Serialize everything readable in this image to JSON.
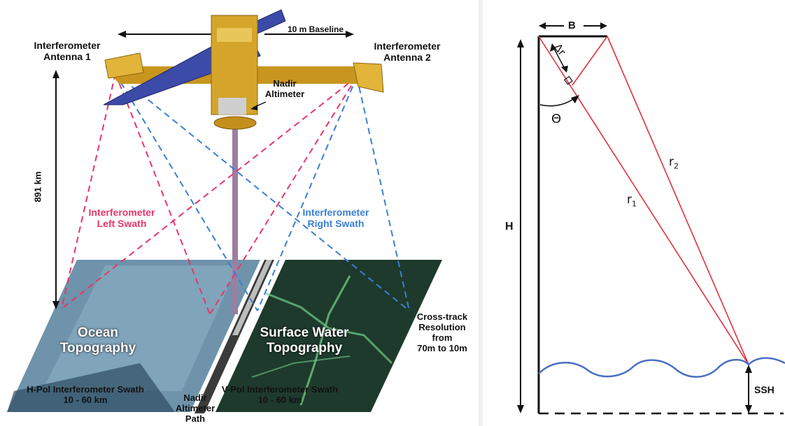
{
  "left": {
    "baseline_label": "10 m Baseline",
    "antenna1_label": "Interferometer\nAntenna 1",
    "antenna2_label": "Interferometer\nAntenna 2",
    "altitude_label": "891 km",
    "altimeter_label": "Nadir\nAltimeter",
    "left_swath_label": "Interferometer\nLeft Swath",
    "right_swath_label": "Interferometer\nRight Swath",
    "ocean_label": "Ocean\nTopography",
    "surface_water_label": "Surface Water\nTopography",
    "crosstrack_label": "Cross-track\nResolution\nfrom\n70m to 10m",
    "hpol_label": "H-Pol Interferometer Swath\n10 - 60 km",
    "vpol_label": "V-Pol Interferometer Swath\n10 - 60 km",
    "nadir_path_label": "Nadir\nAltimeter\nPath"
  },
  "right": {
    "baseline_symbol": "B",
    "delta_r_symbol": "Δr",
    "theta_symbol": "Θ",
    "r1_symbol": "r",
    "r1_sub": "1",
    "r2_symbol": "r",
    "r2_sub": "2",
    "height_symbol": "H",
    "ssh_label": "SSH"
  },
  "colors": {
    "left_swath": "#e8356b",
    "right_swath": "#3a7fd6",
    "geometry_lines": "#e0323e",
    "wave": "#4a6fc4",
    "ocean_image": "#6e93ab",
    "water_image": "#1e3a2c",
    "solar_panel": "#3c4aa8",
    "satellite_body": "#d4a52a",
    "altimeter_beam": "#9c7fa3"
  }
}
